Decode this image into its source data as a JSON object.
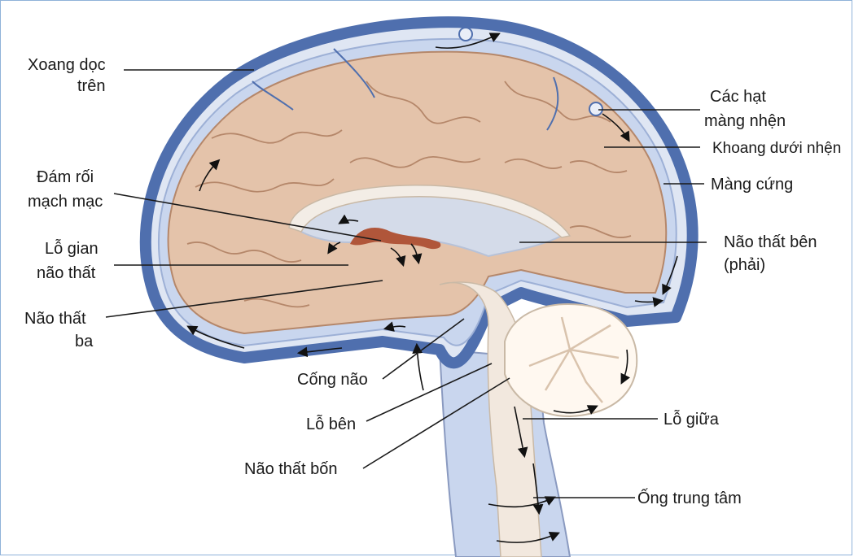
{
  "colors": {
    "dura": "#4f6fae",
    "dura_light": "#dfe6f3",
    "csf": "#c9d6ee",
    "brain": "#e4c3aa",
    "brain_line": "#b5876a",
    "ventricle": "#d4dbe9",
    "plexus": "#b0563a",
    "stem": "#f2e8de",
    "cerebellum_white": "#fff8f0"
  },
  "labels": {
    "superior_sinus": [
      "Xoang dọc",
      "trên"
    ],
    "granulations": [
      "Các hạt",
      "màng nhện"
    ],
    "subarachnoid": "Khoang dưới nhện",
    "dura": "Màng cứng",
    "choroid_plexus": [
      "Đám rối",
      "mạch mạc"
    ],
    "interventricular": [
      "Lỗ gian",
      "não thất"
    ],
    "lateral_ventricle": [
      "Não thất bên",
      "(phải)"
    ],
    "third_ventricle": [
      "Não thất",
      "ba"
    ],
    "aqueduct": "Cống não",
    "lateral_aperture": "Lỗ bên",
    "median_aperture": "Lỗ giữa",
    "fourth_ventricle": "Não thất bốn",
    "central_canal": "Ống trung tâm"
  }
}
